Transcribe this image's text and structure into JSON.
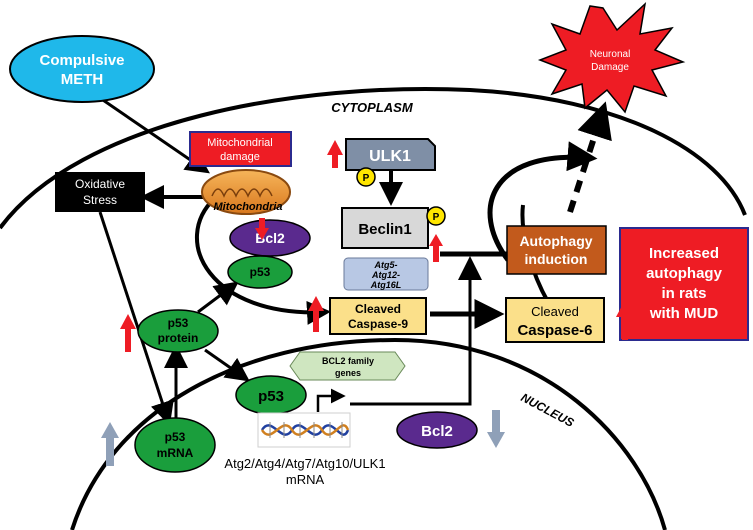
{
  "labels": {
    "compulsive_meth": [
      "Compulsive",
      "METH"
    ],
    "cytoplasm": "CYTOPLASM",
    "nucleus": "NUCLEUS",
    "neuronal_damage": [
      "Neuronal",
      "Damage"
    ],
    "mitochondrial_damage": [
      "Mitochondrial",
      "damage"
    ],
    "mitochondria": "Mitochondria",
    "oxidative_stress": [
      "Oxidative",
      "Stress"
    ],
    "ulk1": "ULK1",
    "phospho": "P",
    "beclin1": "Beclin1",
    "bcl2_cyto": "Bcl2",
    "atg_complex": [
      "Atg5-",
      "Atg12-",
      "Atg16L"
    ],
    "p53_cyto": "p53",
    "cleaved_caspase9": [
      "Cleaved",
      "Caspase-9"
    ],
    "autophagy_induction": [
      "Autophagy",
      "induction"
    ],
    "increased_autophagy": [
      "Increased",
      "autophagy",
      "in rats",
      "with MUD"
    ],
    "cleaved_caspase6": [
      "Cleaved",
      "Caspase-6"
    ],
    "p53_protein": [
      "p53",
      "protein"
    ],
    "bcl2_family_genes": [
      "BCL2 family",
      "genes"
    ],
    "p53_nucleus": "p53",
    "p53_mrna": [
      "p53",
      "mRNA"
    ],
    "bcl2_nucleus": "Bcl2",
    "atg_mrna": [
      "Atg2/Atg4/Atg7/Atg10/ULK1",
      "mRNA"
    ]
  },
  "colors": {
    "meth": "#1fb8ea",
    "green_node": "#1a9e3c",
    "purple_node": "#5a2a8e",
    "red_box": "#ee1c24",
    "orange_box": "#c25a1c",
    "caspase_box": "#fbe08a",
    "atg_box": "#b8c8e4",
    "ulk1_box": "#7f8fa6",
    "beclin_box": "#d8d8d8",
    "phospho": "#ffe600",
    "up_arrow": "#ee1c24",
    "down_arrow_gray": "#8fa0b8",
    "bcl2_genes": "#cfe6c0"
  }
}
